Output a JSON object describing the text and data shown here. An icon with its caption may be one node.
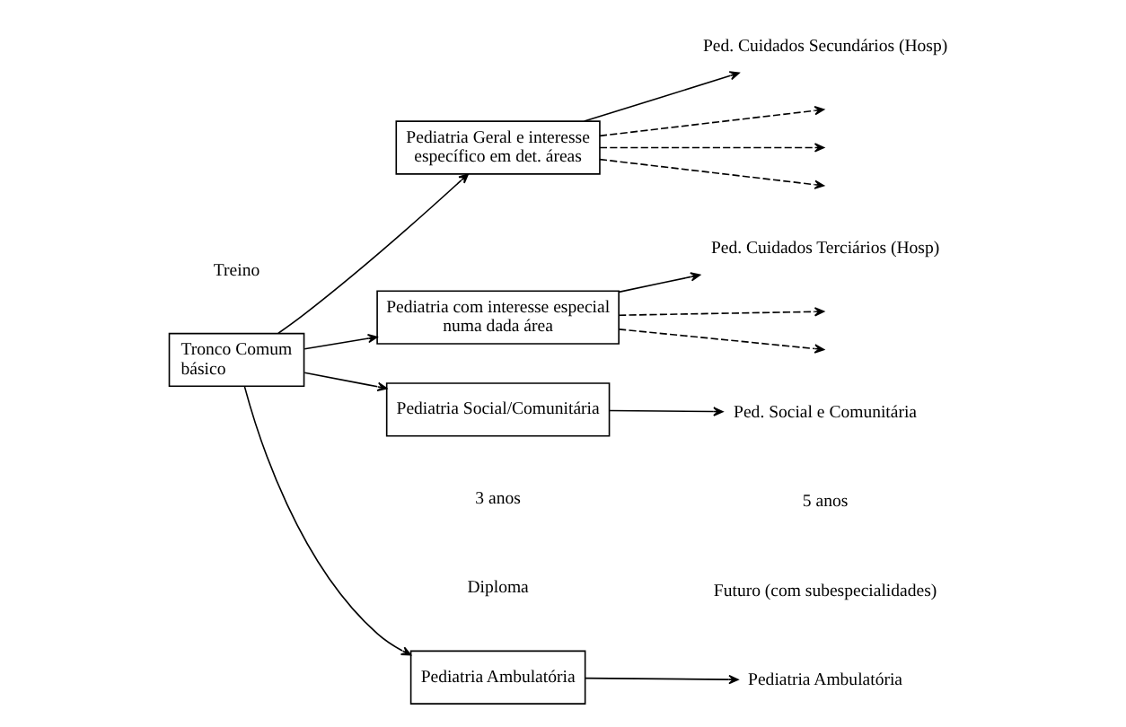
{
  "diagram": {
    "nodes": [
      {
        "text": [
          "Tronco Comum básico"
        ]
      },
      {
        "text": [
          "Pediatria Ambulatória"
        ]
      },
      {
        "text": [
          "Pediatria Geral e interesse específico em det. áreas"
        ]
      },
      {
        "text": [
          "Pediatria com interesse especial numa dada área"
        ]
      },
      {
        "text": [
          "Pediatria Social/Comunitária"
        ]
      },
      {
        "text": [
          "Pediatria Ambulatória"
        ]
      },
      {
        "text": [
          "Ped. Cuidados Secundários (Hosp)"
        ]
      },
      {
        "text": [
          "Ped. Cuidados Terciários (Hosp)"
        ]
      },
      {
        "text": [
          "Ped. Social e Comunitária"
        ]
      }
    ],
    "edges": [
      {
        "from": 0,
        "to": 1,
        "arrow": "to"
      },
      {
        "from": 0,
        "to": 2,
        "arrow": "to"
      },
      {
        "from": 0,
        "to": 3,
        "arrow": "to"
      },
      {
        "from": 0,
        "to": 4,
        "arrow": "to"
      },
      {
        "from": 1,
        "to": 5,
        "arrow": "to"
      },
      {
        "from": 2,
        "to": 6,
        "arrow": "to"
      },
      {
        "from": 3,
        "to": 7,
        "arrow": "to"
      },
      {
        "from": 4,
        "to": 8,
        "arrow": "to"
      },
      {
        "from": 2,
        "to": null,
        "arrow": "to",
        "style": "dashed"
      },
      {
        "from": 2,
        "to": null,
        "arrow": "to",
        "style": "dashed"
      },
      {
        "from": 2,
        "to": null,
        "arrow": "to",
        "style": "dashed"
      },
      {
        "from": 3,
        "to": null,
        "arrow": "to",
        "style": "dashed"
      },
      {
        "from": 3,
        "to": null,
        "arrow": "to",
        "style": "dashed"
      }
    ],
    "labels": [
      "Treino",
      "Diploma",
      "Futuro (com subespecialidades)",
      "3 anos",
      "5 anos"
    ]
  }
}
